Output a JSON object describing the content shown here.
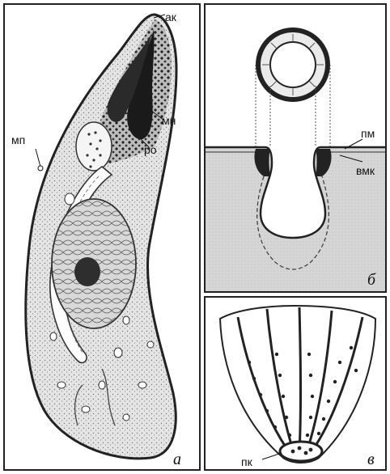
{
  "panel_a": {
    "letter": "а",
    "labels": {
      "ak": "ак",
      "mn": "мн",
      "ro": "ро",
      "mp": "мп"
    }
  },
  "panel_b": {
    "letter": "б",
    "labels": {
      "pm": "пм",
      "vmk": "вмк"
    }
  },
  "panel_c": {
    "letter": "в",
    "labels": {
      "pk": "пк"
    }
  }
}
